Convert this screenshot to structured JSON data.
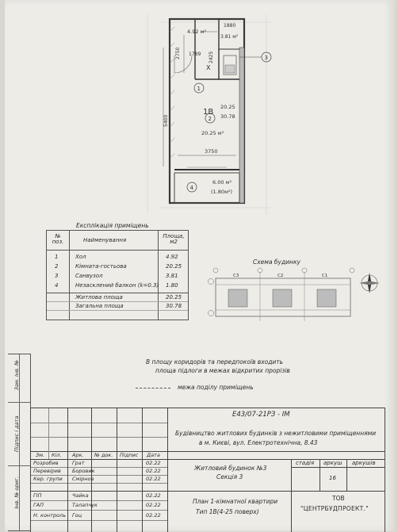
{
  "plan": {
    "hall_area": "4.92 м²",
    "hall_width": "2750",
    "bath_w": "1880",
    "bath_h": "2425",
    "bath_area": "3.81 м²",
    "entry_dim": "1789",
    "room_label": "1В",
    "room_area": "20.25",
    "total_area": "30.78",
    "living_area": "20.25 м²",
    "height_dim": "5400",
    "width_dim": "3750",
    "balcony_area": "6.00 м²",
    "balcony_reduced": "(1.80м²)",
    "mark_1": "1",
    "mark_2": "2",
    "mark_3": "3",
    "mark_4": "4",
    "door_mark": "X"
  },
  "explication": {
    "title": "Експлікація приміщень",
    "head_num": "№\nпоз.",
    "head_name": "Найменування",
    "head_area": "Площа,\nм2",
    "rows": [
      {
        "num": "1",
        "name": "Хол",
        "area": "4.92"
      },
      {
        "num": "2",
        "name": "Кімната-гостьова",
        "area": "20.25"
      },
      {
        "num": "3",
        "name": "Санвузол",
        "area": "3.81"
      },
      {
        "num": "4",
        "name": "Незасклений балкон (k=0.3)",
        "area": "1.80"
      }
    ],
    "living_label": "Житлова площа",
    "living_value": "20.25",
    "total_label": "Загальна площа",
    "total_value": "30.78"
  },
  "scheme": {
    "title": "Схема будинку",
    "sections": [
      "С3",
      "С2",
      "С1"
    ]
  },
  "notes": {
    "line1": "В площу коридорів та передпокоїв входить",
    "line2": "площа підлоги в межах відкритих прорізів",
    "legend": "межа поділу приміщень"
  },
  "side_labels": {
    "a": "Зам. інв. №",
    "b": "Підпис і дата",
    "c": "Інв. № ориг."
  },
  "stamp": {
    "code": "Е43/07-21РЗ - ІМ",
    "project_line1": "Будівництво житлових будинків з нежитловими приміщеннями",
    "project_line2": "в м. Києві, вул. Електротехнічна, 8.43",
    "col_headers": [
      "Зм.",
      "Кіл.",
      "Арк.",
      "№ док.",
      "Підпис",
      "Дата"
    ],
    "people": [
      {
        "role": "Розробив",
        "name": "Грат",
        "date": "02.22"
      },
      {
        "role": "Перевірив",
        "name": "Боровик",
        "date": "02.22"
      },
      {
        "role": "Кер. групи",
        "name": "Смірнов",
        "date": "02.22"
      },
      {
        "role": "ГІП",
        "name": "Чайка",
        "date": "02.22"
      },
      {
        "role": "ГАП",
        "name": "Талапчук",
        "date": "02.22"
      },
      {
        "role": "Н. контроль",
        "name": "Гоц",
        "date": "02.22"
      }
    ],
    "building": "Житловий будинок №3",
    "section": "Секція 3",
    "stage_label": "стадія",
    "sheet_label": "аркуш",
    "sheets_label": "аркушів",
    "sheet_value": "16",
    "plan_line1": "План 1-кімнатної квартири",
    "plan_line2": "Тип 1В(4-25 поверх)",
    "company_line1": "ТОВ",
    "company_line2": "\"ЦЕНТРБУДПРОЕКТ.\""
  }
}
